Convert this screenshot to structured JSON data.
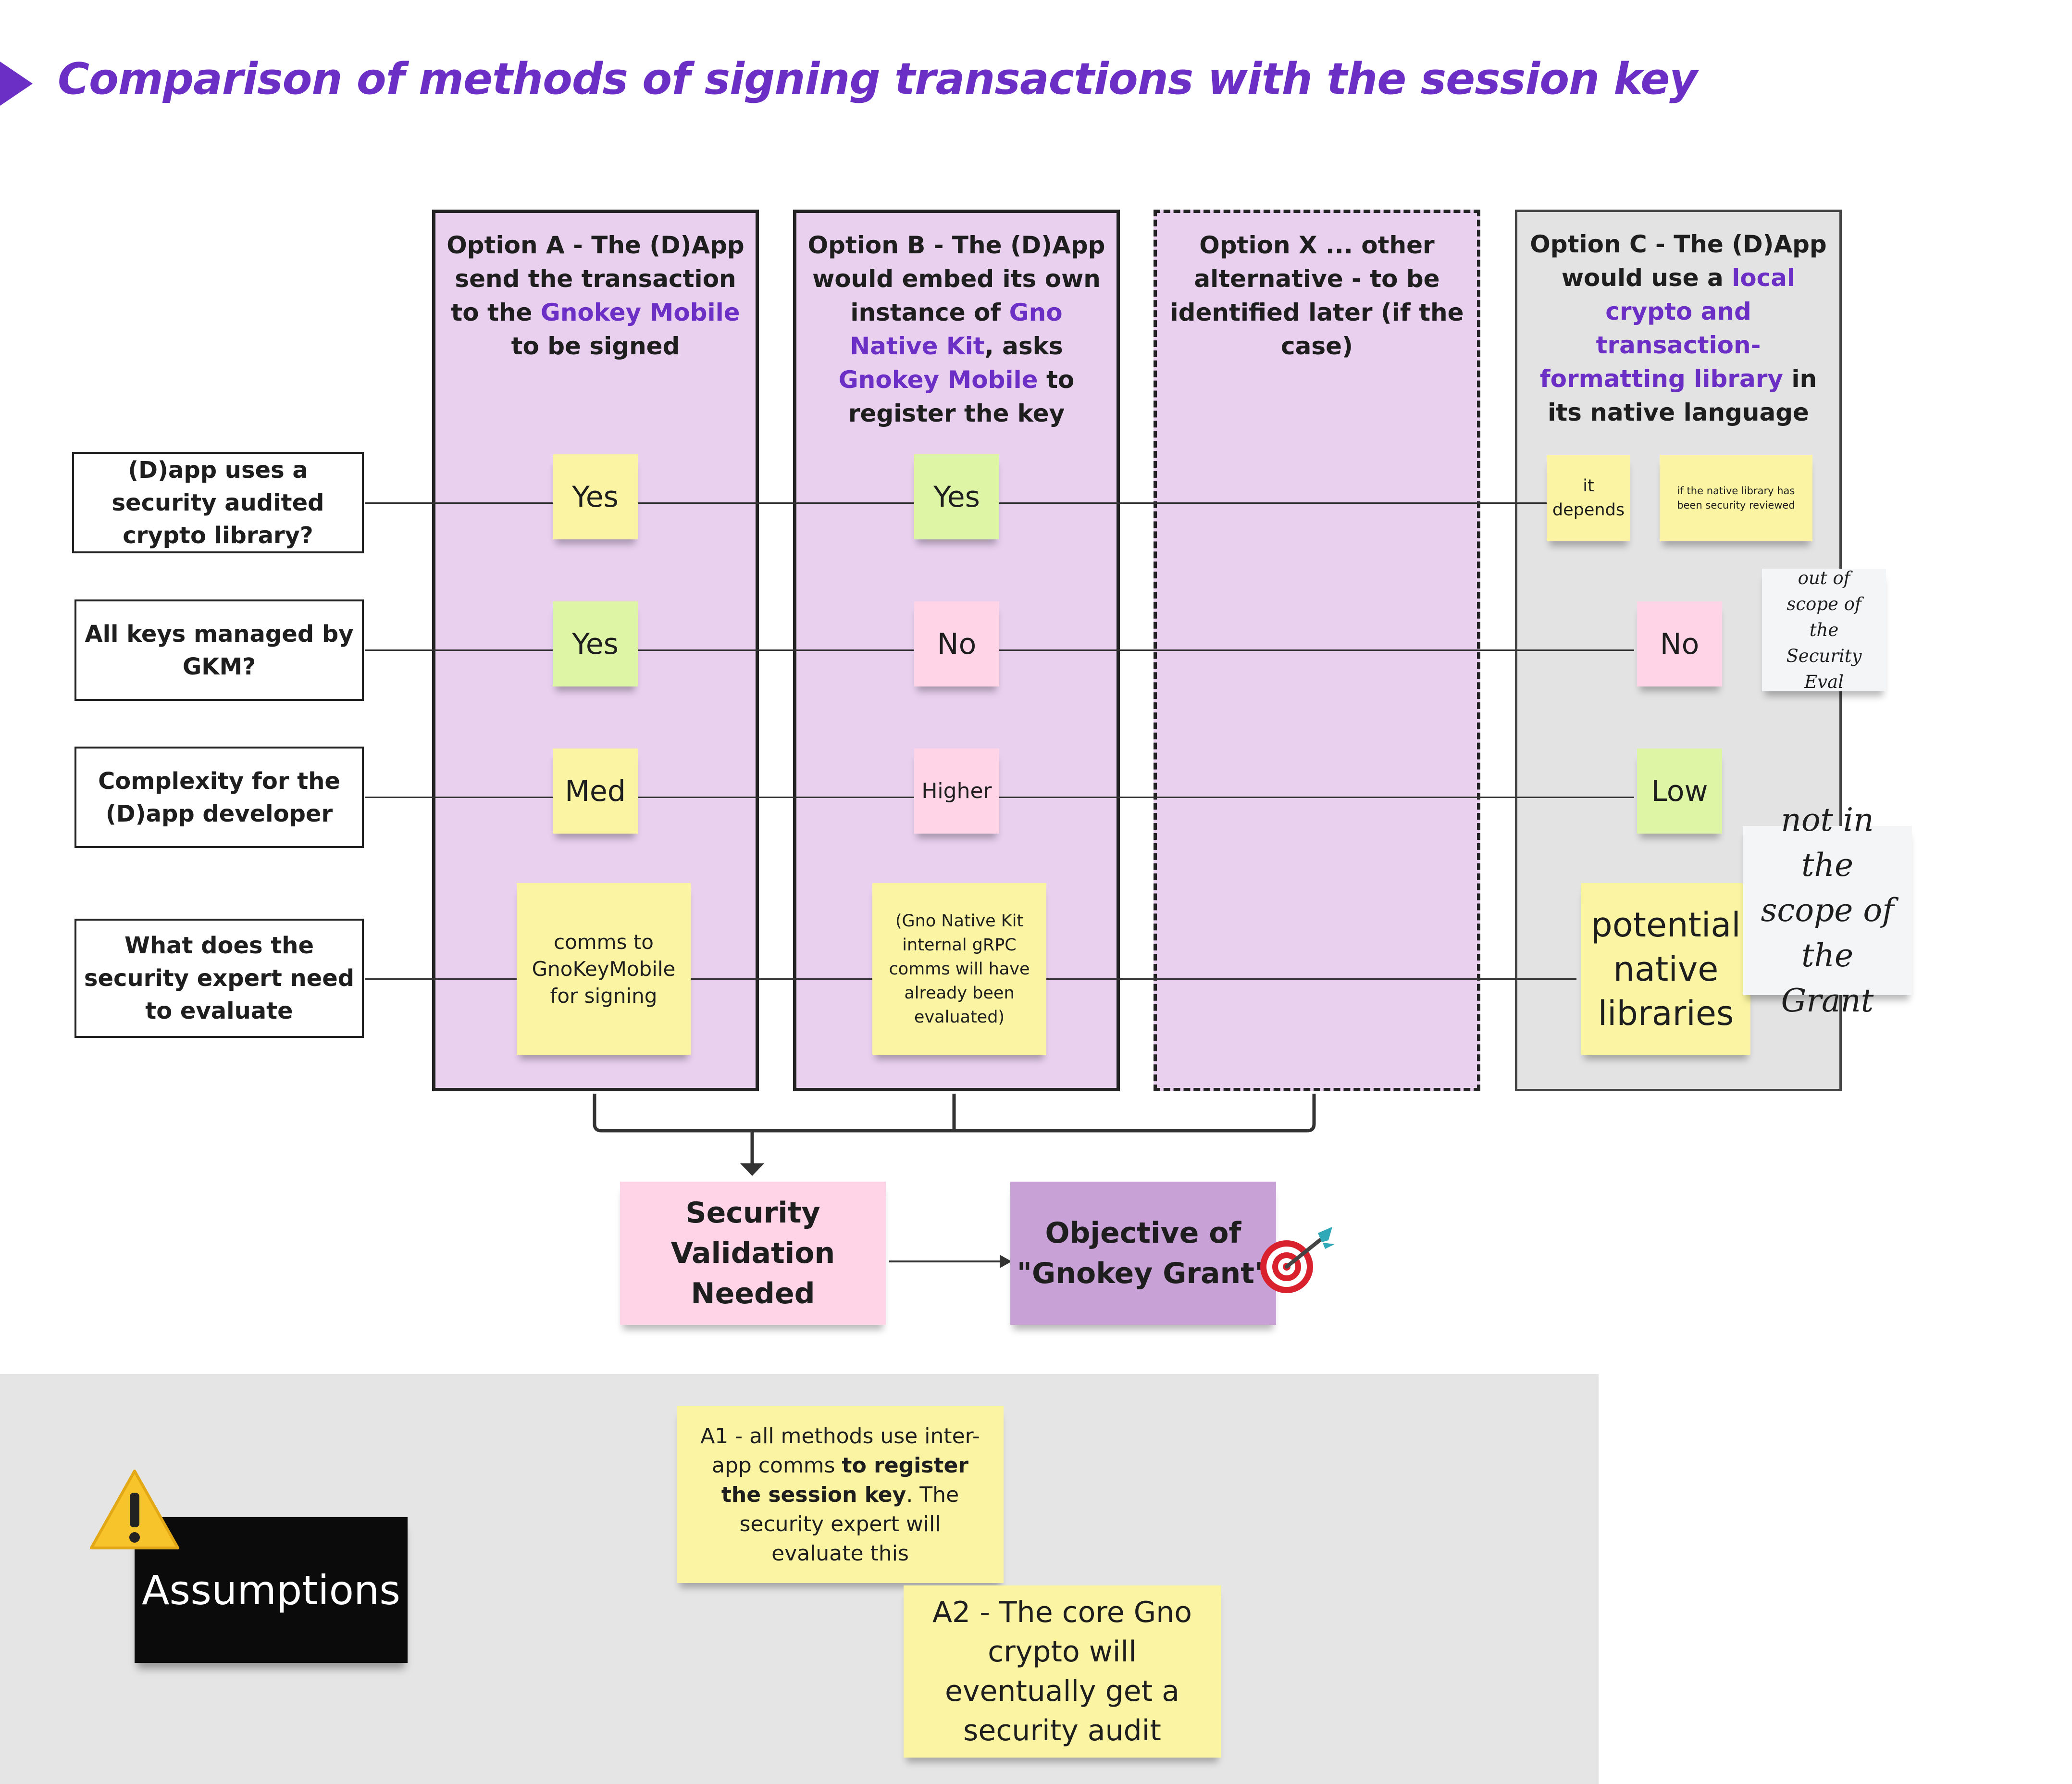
{
  "title": "Comparison of methods of signing transactions with the session key",
  "columns": [
    {
      "parts": [
        {
          "t": "Option A - The (D)App send the transaction to the "
        },
        {
          "t": "Gnokey Mobile",
          "hl": true
        },
        {
          "t": " to be signed"
        }
      ]
    },
    {
      "parts": [
        {
          "t": "Option B - The (D)App would embed its own instance of "
        },
        {
          "t": "Gno Native Kit",
          "hl": true
        },
        {
          "t": ", asks "
        },
        {
          "t": "Gnokey Mobile",
          "hl": true
        },
        {
          "t": " to register the key"
        }
      ]
    },
    {
      "parts": [
        {
          "t": "Option X ... other alternative - to be identified later (if the case)"
        }
      ]
    },
    {
      "parts": [
        {
          "t": "Option C - The (D)App would use a "
        },
        {
          "t": "local crypto and transaction-formatting library",
          "hl": true
        },
        {
          "t": " in its native language"
        }
      ]
    }
  ],
  "rows": {
    "r1": "(D)app uses a security audited crypto library?",
    "r2": "All keys managed by GKM?",
    "r3": "Complexity for the (D)app developer",
    "r4": "What does the security expert need to evaluate"
  },
  "cells": {
    "a1": "Yes",
    "b1": "Yes",
    "c1a": "it depends",
    "c1b": "if the native library has been security reviewed",
    "a2": "Yes",
    "b2": "No",
    "c2": "No",
    "a3": "Med",
    "b3": "Higher",
    "c3": "Low",
    "a4": "comms to GnoKeyMobile for signing",
    "b4": "(Gno Native Kit internal gRPC comms will have already been evaluated)",
    "c4": "potential native libraries"
  },
  "side_notes": {
    "out_of_scope": "out of scope of the Security Eval",
    "not_in_scope": "not in the scope of the Grant"
  },
  "flow": {
    "security": "Security Validation Needed",
    "objective": "Objective of \"Gnokey Grant\""
  },
  "assumptions": {
    "label": "Assumptions",
    "a2": "A2 - The core Gno crypto will eventually get a security audit"
  },
  "icons": [
    "target-dart-icon",
    "warning-icon"
  ],
  "colors": {
    "accent": "#6b2fc6",
    "column_fill": "#e8d0ee",
    "option_c_fill": "#e3e3e3",
    "sticky_yellow": "#fbf5a3",
    "sticky_green": "#dff5a6",
    "sticky_pink": "#ffd4e6",
    "sticky_purple": "#c8a2d6"
  }
}
